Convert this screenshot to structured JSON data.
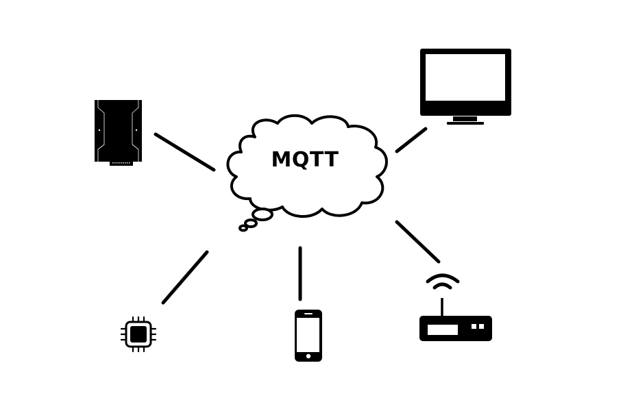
{
  "diagram": {
    "center": {
      "label": "MQTT",
      "shape": "thought-cloud"
    },
    "nodes": [
      {
        "id": "controller",
        "icon": "industrial-controller-icon",
        "position": "top-left"
      },
      {
        "id": "monitor",
        "icon": "monitor-icon",
        "position": "top-right"
      },
      {
        "id": "chip",
        "icon": "microchip-icon",
        "position": "bottom-left"
      },
      {
        "id": "phone",
        "icon": "smartphone-icon",
        "position": "bottom-center"
      },
      {
        "id": "router",
        "icon": "wifi-router-icon",
        "position": "bottom-right"
      }
    ],
    "edges": [
      {
        "from": "controller",
        "to": "MQTT"
      },
      {
        "from": "monitor",
        "to": "MQTT"
      },
      {
        "from": "chip",
        "to": "MQTT"
      },
      {
        "from": "phone",
        "to": "MQTT"
      },
      {
        "from": "router",
        "to": "MQTT"
      }
    ],
    "colors": {
      "stroke": "#000000",
      "background": "#ffffff"
    }
  }
}
